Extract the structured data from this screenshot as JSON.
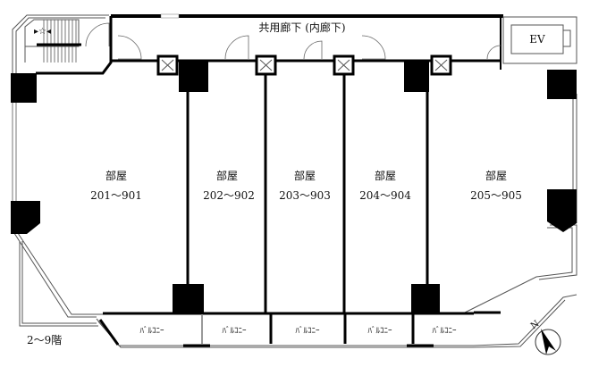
{
  "corridor_label": "共用廊下 (内廊下)",
  "elevator_label": "EV",
  "floor_label": "2～9階",
  "compass_label": "N",
  "rooms": [
    {
      "title": "部屋",
      "numbers": "201～901"
    },
    {
      "title": "部屋",
      "numbers": "202～902"
    },
    {
      "title": "部屋",
      "numbers": "203～903"
    },
    {
      "title": "部屋",
      "numbers": "204～904"
    },
    {
      "title": "部屋",
      "numbers": "205～905"
    }
  ],
  "balconies": [
    "ﾊﾞﾙｺﾆｰ",
    "ﾊﾞﾙｺﾆｰ",
    "ﾊﾞﾙｺﾆｰ",
    "ﾊﾞﾙｺﾆｰ",
    "ﾊﾞﾙｺﾆｰ"
  ]
}
